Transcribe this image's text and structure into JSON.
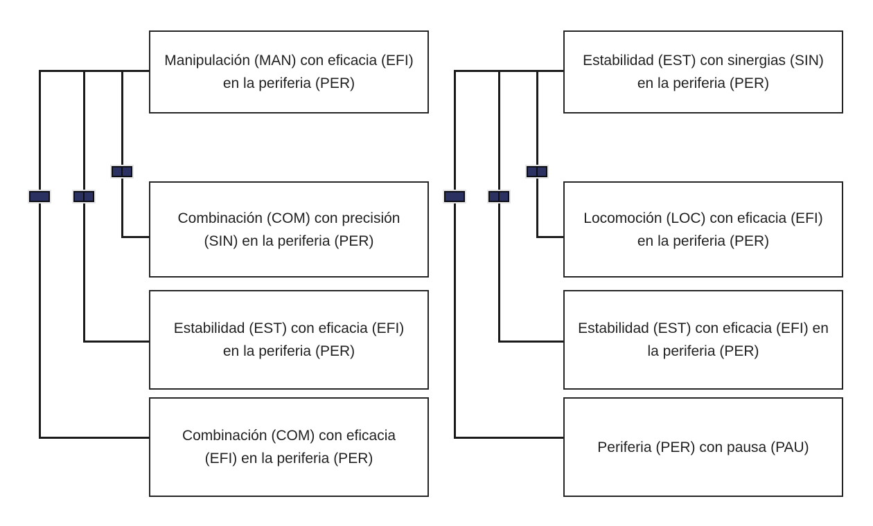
{
  "figure": {
    "type": "dendrogram",
    "background": "#ffffff",
    "colors": {
      "tree_line": "#1a1a1a",
      "box_border": "#242424",
      "text": "#1f1f1f",
      "node_fill": "#2b3160",
      "node_border": "#0d0d14"
    },
    "columns": [
      {
        "id": "left",
        "boxes": [
          {
            "label": "Manipulación (MAN) con eficacia (EFI)\nen la periferia (PER)",
            "text": "Manipulación (MAN) con eficacia (EFI) en la periferia (PER)"
          },
          {
            "label": "Combinación (COM) con precisión\n(SIN) en la periferia (PER)",
            "text": "Combinación (COM) con precisión (SIN) en la periferia (PER)"
          },
          {
            "label": "Estabilidad (EST) con eficacia (EFI)\nen la periferia (PER)",
            "text": "Estabilidad (EST) con eficacia (EFI) en la periferia (PER)"
          },
          {
            "label": "Combinación (COM) con eficacia\n(EFI) en la periferia (PER)",
            "text": "Combinación (COM) con eficacia (EFI) en la periferia (PER)"
          }
        ],
        "node_markers": [
          {
            "branch": "outer",
            "cells": 1
          },
          {
            "branch": "middle",
            "cells": 2
          },
          {
            "branch": "inner",
            "cells": 2
          }
        ]
      },
      {
        "id": "right",
        "boxes": [
          {
            "label": "Estabilidad (EST) con sinergias (SIN)\nen la periferia (PER)",
            "text": "Estabilidad (EST) con sinergias (SIN) en la periferia (PER)"
          },
          {
            "label": "Locomoción (LOC) con eficacia (EFI)\nen la periferia (PER)",
            "text": "Locomoción (LOC) con eficacia (EFI) en la periferia (PER)"
          },
          {
            "label": "Estabilidad (EST) con eficacia (EFI) en\nla periferia (PER)",
            "text": "Estabilidad (EST) con eficacia (EFI) en la periferia (PER)"
          },
          {
            "label": "Periferia (PER) con pausa (PAU)",
            "text": "Periferia (PER) con pausa (PAU)"
          }
        ],
        "node_markers": [
          {
            "branch": "outer",
            "cells": 1
          },
          {
            "branch": "middle",
            "cells": 2
          },
          {
            "branch": "inner",
            "cells": 2
          }
        ]
      }
    ]
  }
}
